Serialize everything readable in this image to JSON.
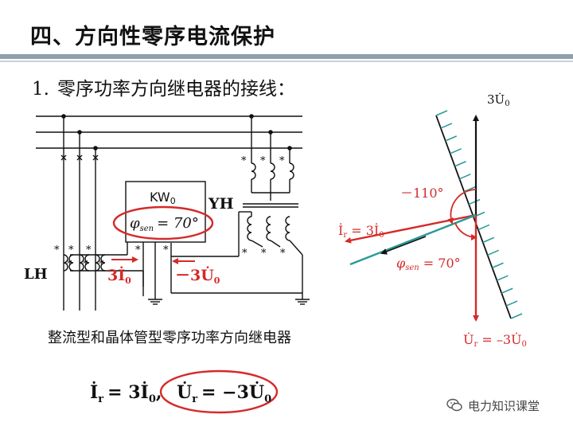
{
  "title": "四、方向性零序电流保护",
  "section": {
    "number": "1.",
    "text": "零序功率方向继电器的接线："
  },
  "relay": {
    "name": "KW",
    "name_sub": "0",
    "phi": "φ",
    "phi_sub": "sen",
    "phi_value": "= 70°"
  },
  "labels": {
    "yh": "YH",
    "lh": "LH",
    "star": "*",
    "i_wire": "3İ",
    "i_wire_sub": "0",
    "u_wire": "－3U̇",
    "u_wire_sub": "0"
  },
  "caption": "整流型和晶体管型零序功率方向继电器",
  "formula": {
    "ir": "İ",
    "ir_sub": "r",
    "eq1": "= 3İ",
    "eq1_sub": "0",
    "comma": ",",
    "ur": "U̇",
    "ur_sub": "r",
    "eq2": "= −3U̇",
    "eq2_sub": "0"
  },
  "phasor": {
    "u0": "3U̇",
    "u0_sub": "0",
    "angle": "－110°",
    "ir_label": "İ",
    "ir_label_sub": "r",
    "ir_label_eq": " = 3İ",
    "ir_label_eq_sub": "0",
    "phi": "φ",
    "phi_sub": "sen",
    "phi_eq": " = 70°",
    "ur_label": "U̇",
    "ur_label_sub": "r",
    "ur_label_eq": " = –3U̇",
    "ur_label_eq_sub": "0"
  },
  "watermark": "电力知识课堂",
  "colors": {
    "red": "#d42a2a",
    "teal": "#2a9a96",
    "rule": "#8fa0ad"
  }
}
